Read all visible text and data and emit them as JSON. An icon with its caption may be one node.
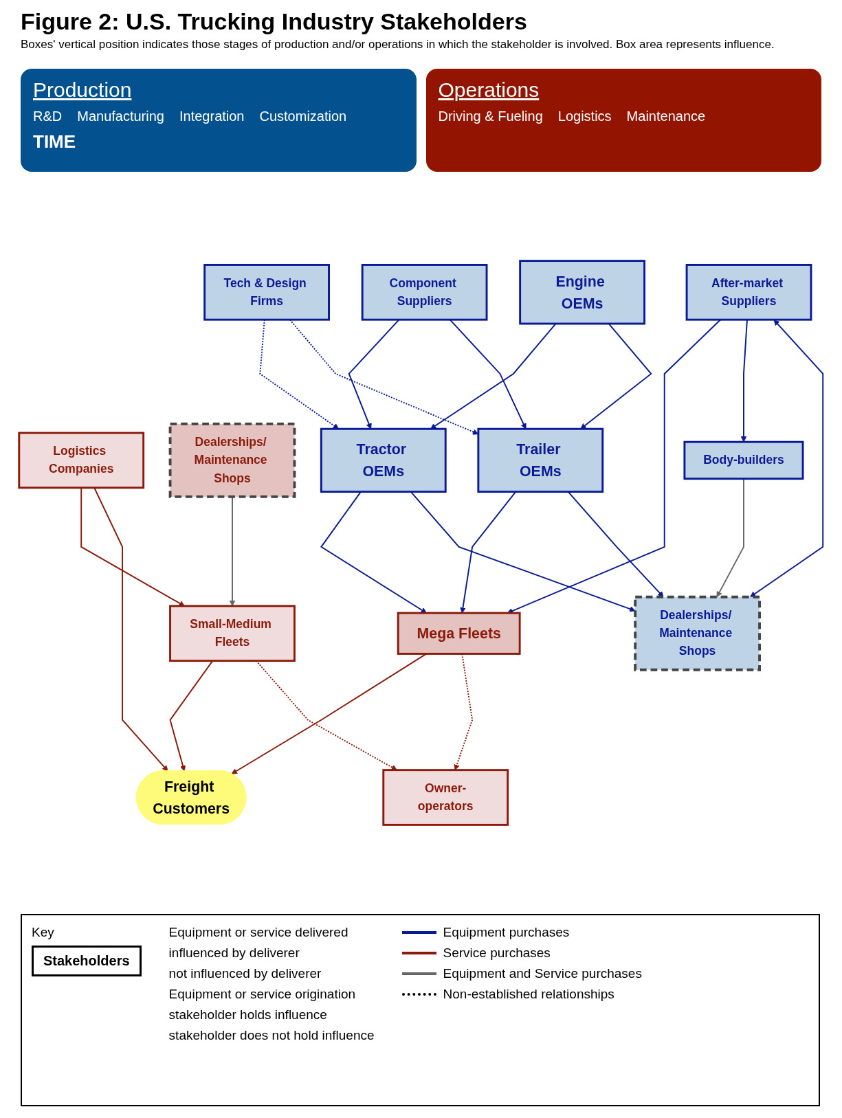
{
  "diagram": {
    "title": "**Figure 2:** U.S. Trucking Industry Stakeholders",
    "caption": "Boxes' vertical position indicates those stages of production and/or operations in which the stakeholder is involved. Box area represents influence.",
    "nodes": [
      {
        "text": [
          "Dealerships/ Maintenance Shops"
        ]
      },
      {
        "text": [
          "Body-builders"
        ]
      },
      {
        "text": [
          "After-market Suppliers"
        ]
      },
      {
        "text": [
          "Trailer OEMs"
        ]
      },
      {
        "text": [
          "Tech & Design Firms"
        ]
      },
      {
        "text": [
          "Component Suppliers"
        ]
      },
      {
        "text": [
          "Engine OEMs"
        ]
      },
      {
        "text": [
          "Tractor OEMs"
        ]
      },
      {
        "text": [
          "Mega Fleets"
        ]
      },
      {
        "text": [
          "Dealerships/ Maintenance Shops"
        ]
      },
      {
        "text": [
          "Logistics Companies"
        ]
      },
      {
        "text": [
          "Small-Medium Fleets"
        ]
      },
      {
        "text": [
          "Owner-operators"
        ]
      },
      {
        "text": [
          "Freight Customers"
        ]
      }
    ],
    "edges": [
      {
        "from": 7,
        "to": 0,
        "arrow": "to"
      },
      {
        "from": 3,
        "to": 0,
        "arrow": "to"
      },
      {
        "from": 2,
        "to": 0,
        "arrow": "both"
      },
      {
        "from": 1,
        "to": 0,
        "arrow": "to",
        "color": "#666666"
      },
      {
        "from": 2,
        "to": 1,
        "arrow": "to"
      },
      {
        "from": 2,
        "to": 8,
        "arrow": "to"
      },
      {
        "from": 3,
        "to": 8,
        "arrow": "to"
      },
      {
        "from": 6,
        "to": 3,
        "arrow": "to"
      },
      {
        "from": 5,
        "to": 3,
        "arrow": "to"
      },
      {
        "from": 4,
        "to": 3,
        "arrow": "to",
        "style": "dashed"
      },
      {
        "from": 4,
        "to": 7,
        "arrow": "to",
        "style": "dashed"
      },
      {
        "from": 5,
        "to": 7,
        "arrow": "to"
      },
      {
        "from": 6,
        "to": 7,
        "arrow": "to"
      },
      {
        "from": 7,
        "to": 8,
        "arrow": "to"
      },
      {
        "from": 9,
        "to": 11,
        "arrow": "to",
        "color": "#666666"
      },
      {
        "from": 10,
        "to": 13,
        "arrow": "to",
        "color": "#8b1a0a"
      },
      {
        "from": 10,
        "to": 11,
        "arrow": "to",
        "color": "#8b1a0a"
      },
      {
        "from": 11,
        "to": 12,
        "arrow": "to",
        "style": "dashed",
        "color": "#8b1a0a"
      },
      {
        "from": 11,
        "to": 13,
        "arrow": "to",
        "color": "#8b1a0a"
      },
      {
        "from": 8,
        "to": 12,
        "arrow": "to",
        "style": "dashed",
        "color": "#8b1a0a"
      },
      {
        "from": 8,
        "to": 13,
        "arrow": "to",
        "color": "#8b1a0a"
      }
    ],
    "labels": [
      "Production",
      "R&D",
      "Manufacturing",
      "Integration",
      "Customization",
      "TIME",
      "Operations",
      "Driving & Fueling",
      "Logistics",
      "Maintenance",
      "Key",
      "Stakeholders",
      "Equipment or service delivered",
      "influenced by deliverer",
      "not influenced by deliverer",
      "Equipment or service origination",
      "stakeholder holds influence",
      "stakeholder does not hold influence"
    ],
    "legend": [
      {
        "text": "Equipment purchases"
      },
      {
        "text": "Service purchases"
      },
      {
        "text": "Equipment and Service purchases"
      },
      {
        "text": "Non-established relationships"
      }
    ]
  }
}
